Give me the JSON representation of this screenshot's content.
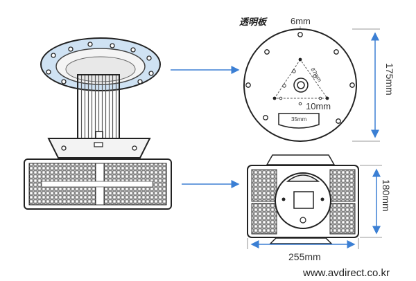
{
  "labels": {
    "panel_title": "透明板",
    "dim_6mm": "6mm",
    "dim_87mm": "87mm",
    "dim_10mm": "10mm",
    "dim_35mm": "35mm",
    "dim_175mm": "175mm",
    "dim_180mm": "180mm",
    "dim_255mm": "255mm"
  },
  "footer": {
    "website": "www.avdirect.co.kr"
  },
  "colors": {
    "arrow": "#3b7fd4",
    "outline": "#222222",
    "flange": "#cfe2f3"
  }
}
